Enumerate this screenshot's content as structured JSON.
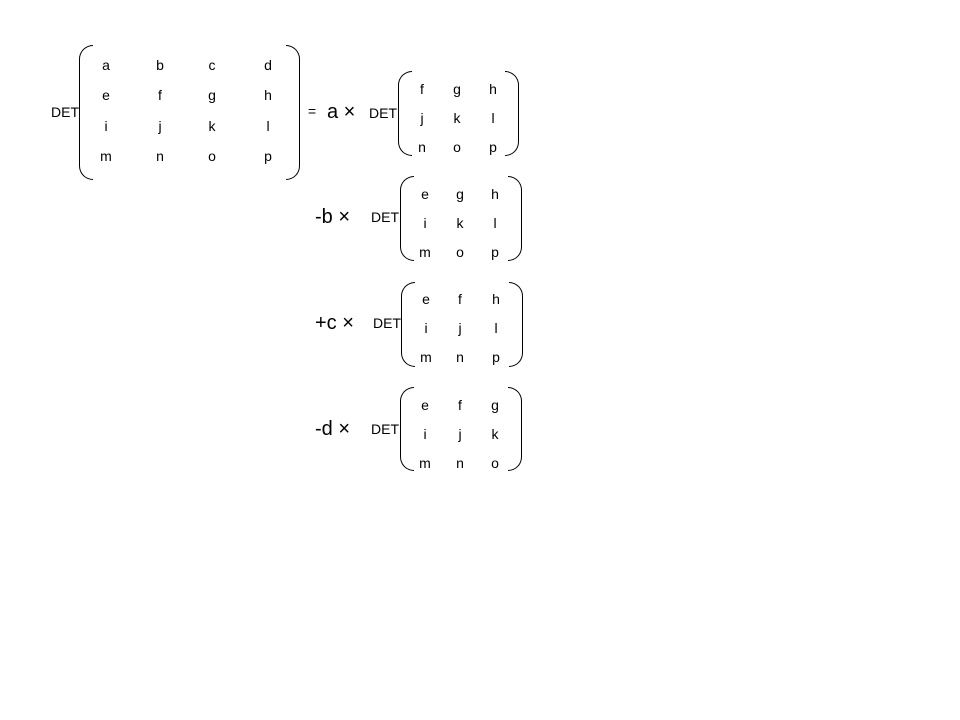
{
  "det_label": "DET",
  "equals": "=",
  "main_matrix": [
    [
      "a",
      "b",
      "c",
      "d"
    ],
    [
      "e",
      "f",
      "g",
      "h"
    ],
    [
      "i",
      "j",
      "k",
      "l"
    ],
    [
      "m",
      "n",
      "o",
      "p"
    ]
  ],
  "terms": [
    {
      "coef": "a ×",
      "det": "DET",
      "minor": [
        [
          "f",
          "g",
          "h"
        ],
        [
          "j",
          "k",
          "l"
        ],
        [
          "n",
          "o",
          "p"
        ]
      ]
    },
    {
      "coef": "-b ×",
      "det": "DET",
      "minor": [
        [
          "e",
          "g",
          "h"
        ],
        [
          "i",
          "k",
          "l"
        ],
        [
          "m",
          "o",
          "p"
        ]
      ]
    },
    {
      "coef": "+c ×",
      "det": "DET",
      "minor": [
        [
          "e",
          "f",
          "h"
        ],
        [
          "i",
          "j",
          "l"
        ],
        [
          "m",
          "n",
          "p"
        ]
      ]
    },
    {
      "coef": "-d ×",
      "det": "DET",
      "minor": [
        [
          "e",
          "f",
          "g"
        ],
        [
          "i",
          "j",
          "k"
        ],
        [
          "m",
          "n",
          "o"
        ]
      ]
    }
  ]
}
